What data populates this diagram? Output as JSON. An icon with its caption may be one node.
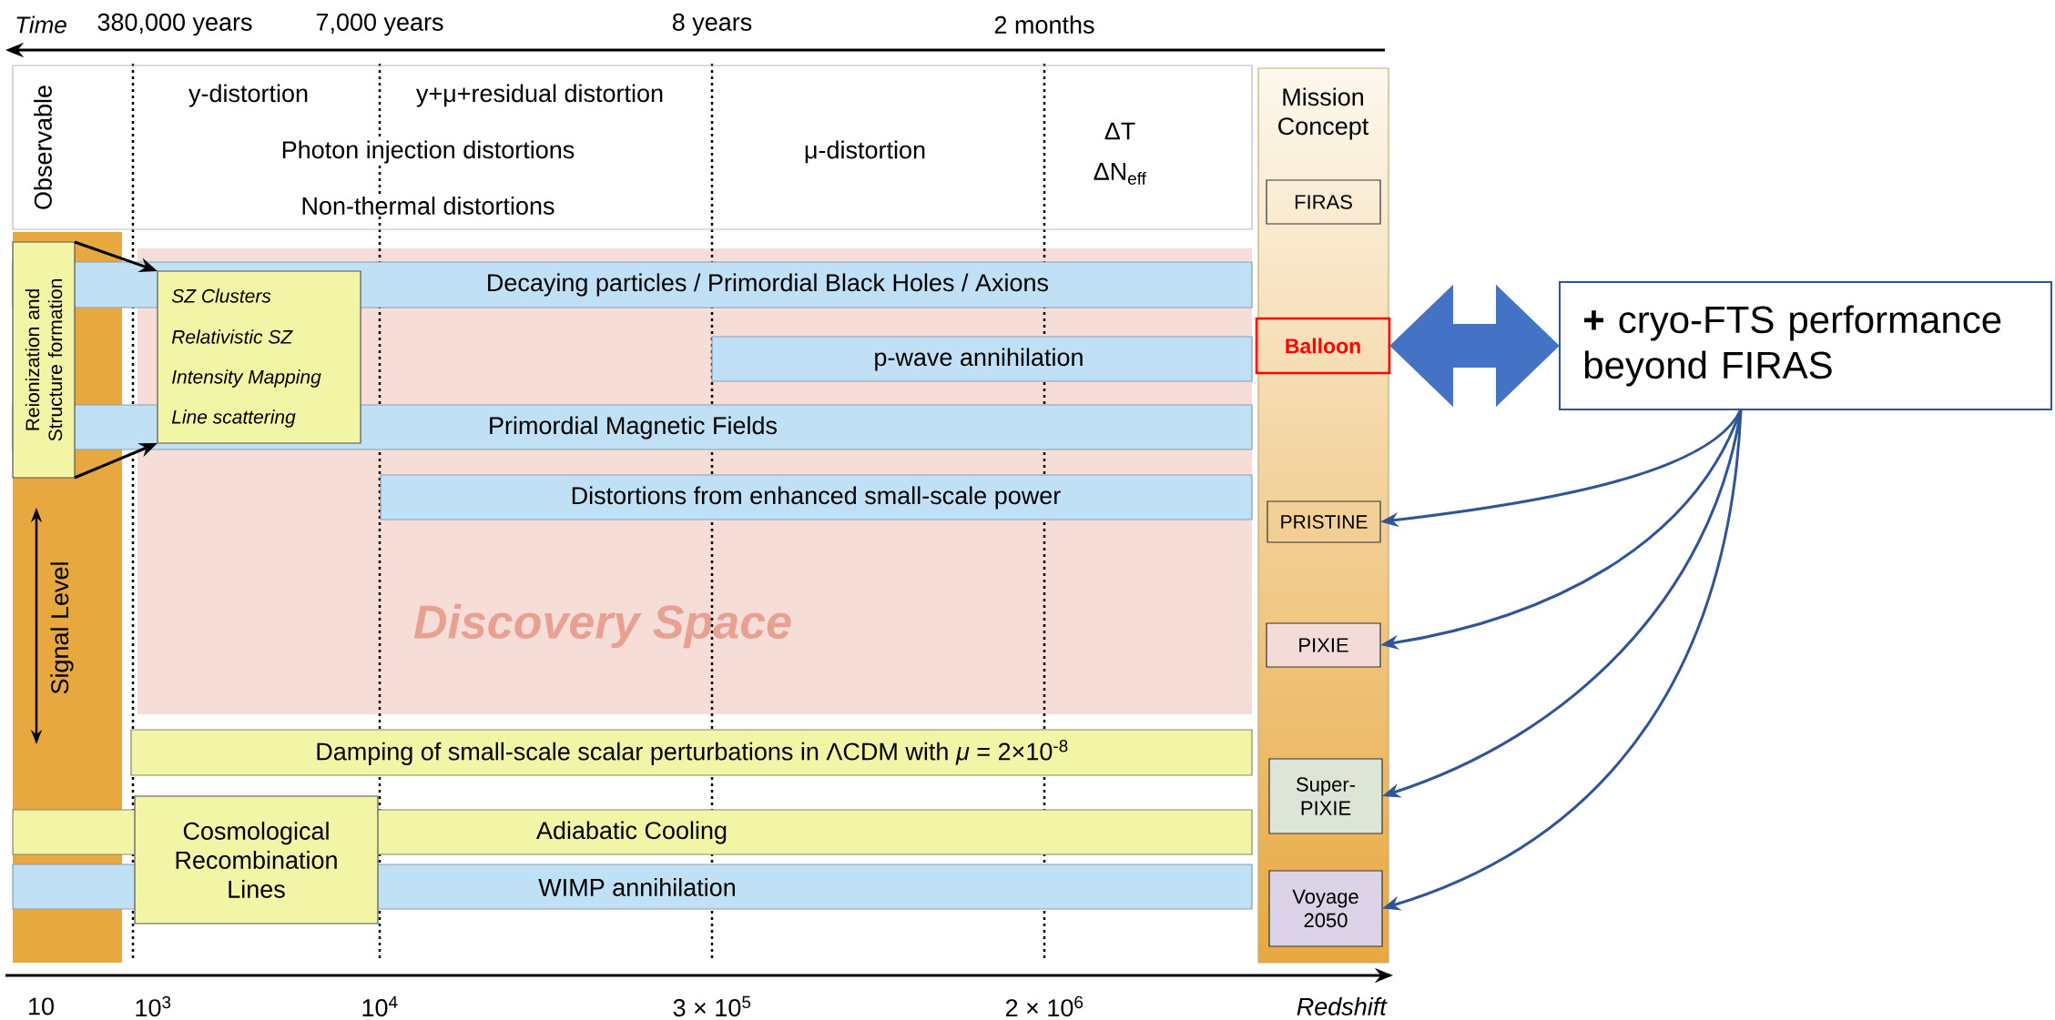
{
  "diagram": {
    "nodes": [
      {
        "text": [
          "Observable",
          "y-distortion",
          "y+μ+residual distortion",
          "Photon injection distortions",
          "μ-distortion",
          "ΔT",
          "ΔN$_{eff}$",
          "Non-thermal distortions"
        ]
      },
      {
        "text": [
          "Mission Concept"
        ]
      },
      {
        "text": [
          "FIRAS"
        ],
        "in": 1
      },
      {
        "text": [
          "Balloon"
        ],
        "in": 1
      },
      {
        "text": [
          "PRISTINE"
        ],
        "in": 1
      },
      {
        "text": [
          "PIXIE"
        ],
        "in": 1
      },
      {
        "text": [
          "Super-PIXIE"
        ],
        "in": 1
      },
      {
        "text": [
          "Voyage 2050"
        ],
        "in": 1
      },
      {
        "text": [
          "**+** cryo-FTS performance beyond FIRAS"
        ]
      },
      {
        "text": [
          "Signal Level"
        ]
      },
      {
        "text": [
          "Reionization and Structure formation"
        ],
        "in": 9
      },
      {
        "text": [
          "Discovery Space"
        ]
      },
      {
        "text": [
          "Decaying particles / Primordial Black Holes / Axions"
        ]
      },
      {
        "text": [
          "p-wave annihilation"
        ],
        "in": 11
      },
      {
        "text": [
          "Primordial Magnetic Fields"
        ]
      },
      {
        "text": [
          "Distortions from enhanced small-scale power"
        ],
        "in": 11
      },
      {
        "text": [
          "SZ Clusters",
          "Relativistic SZ",
          "Intensity Mapping",
          "Line scattering"
        ],
        "in": 11
      },
      {
        "text": [
          "Damping of small-scale scalar perturbations in ΛCDM with *μ* = 2×10$^{-8}$"
        ]
      },
      {
        "text": [
          "Adiabatic Cooling"
        ]
      },
      {
        "text": [
          "WIMP annihilation"
        ]
      },
      {
        "text": [
          "Cosmological Recombination Lines"
        ]
      }
    ],
    "edges": [
      {
        "from": 3,
        "to": 8,
        "arrow": "both",
        "style": "thick",
        "color": "#4472c4"
      },
      {
        "from": 8,
        "to": 4,
        "arrow": "to"
      },
      {
        "from": 8,
        "to": 5,
        "arrow": "to"
      },
      {
        "from": 8,
        "to": 6,
        "arrow": "to"
      },
      {
        "from": 8,
        "to": 7,
        "arrow": "to"
      },
      {
        "from": 10,
        "to": 16,
        "arrow": "to",
        "color": "#000000"
      },
      {
        "from": 10,
        "to": 16,
        "arrow": "to",
        "color": "#000000"
      }
    ],
    "labels": [
      "Time",
      "380,000 years",
      "7,000 years",
      "8 years",
      "2 months",
      "10",
      "10$^{3}$",
      "10$^{4}$",
      "3 × 10$^{5}$",
      "2 × 10$^{6}$",
      "Redshift"
    ]
  }
}
